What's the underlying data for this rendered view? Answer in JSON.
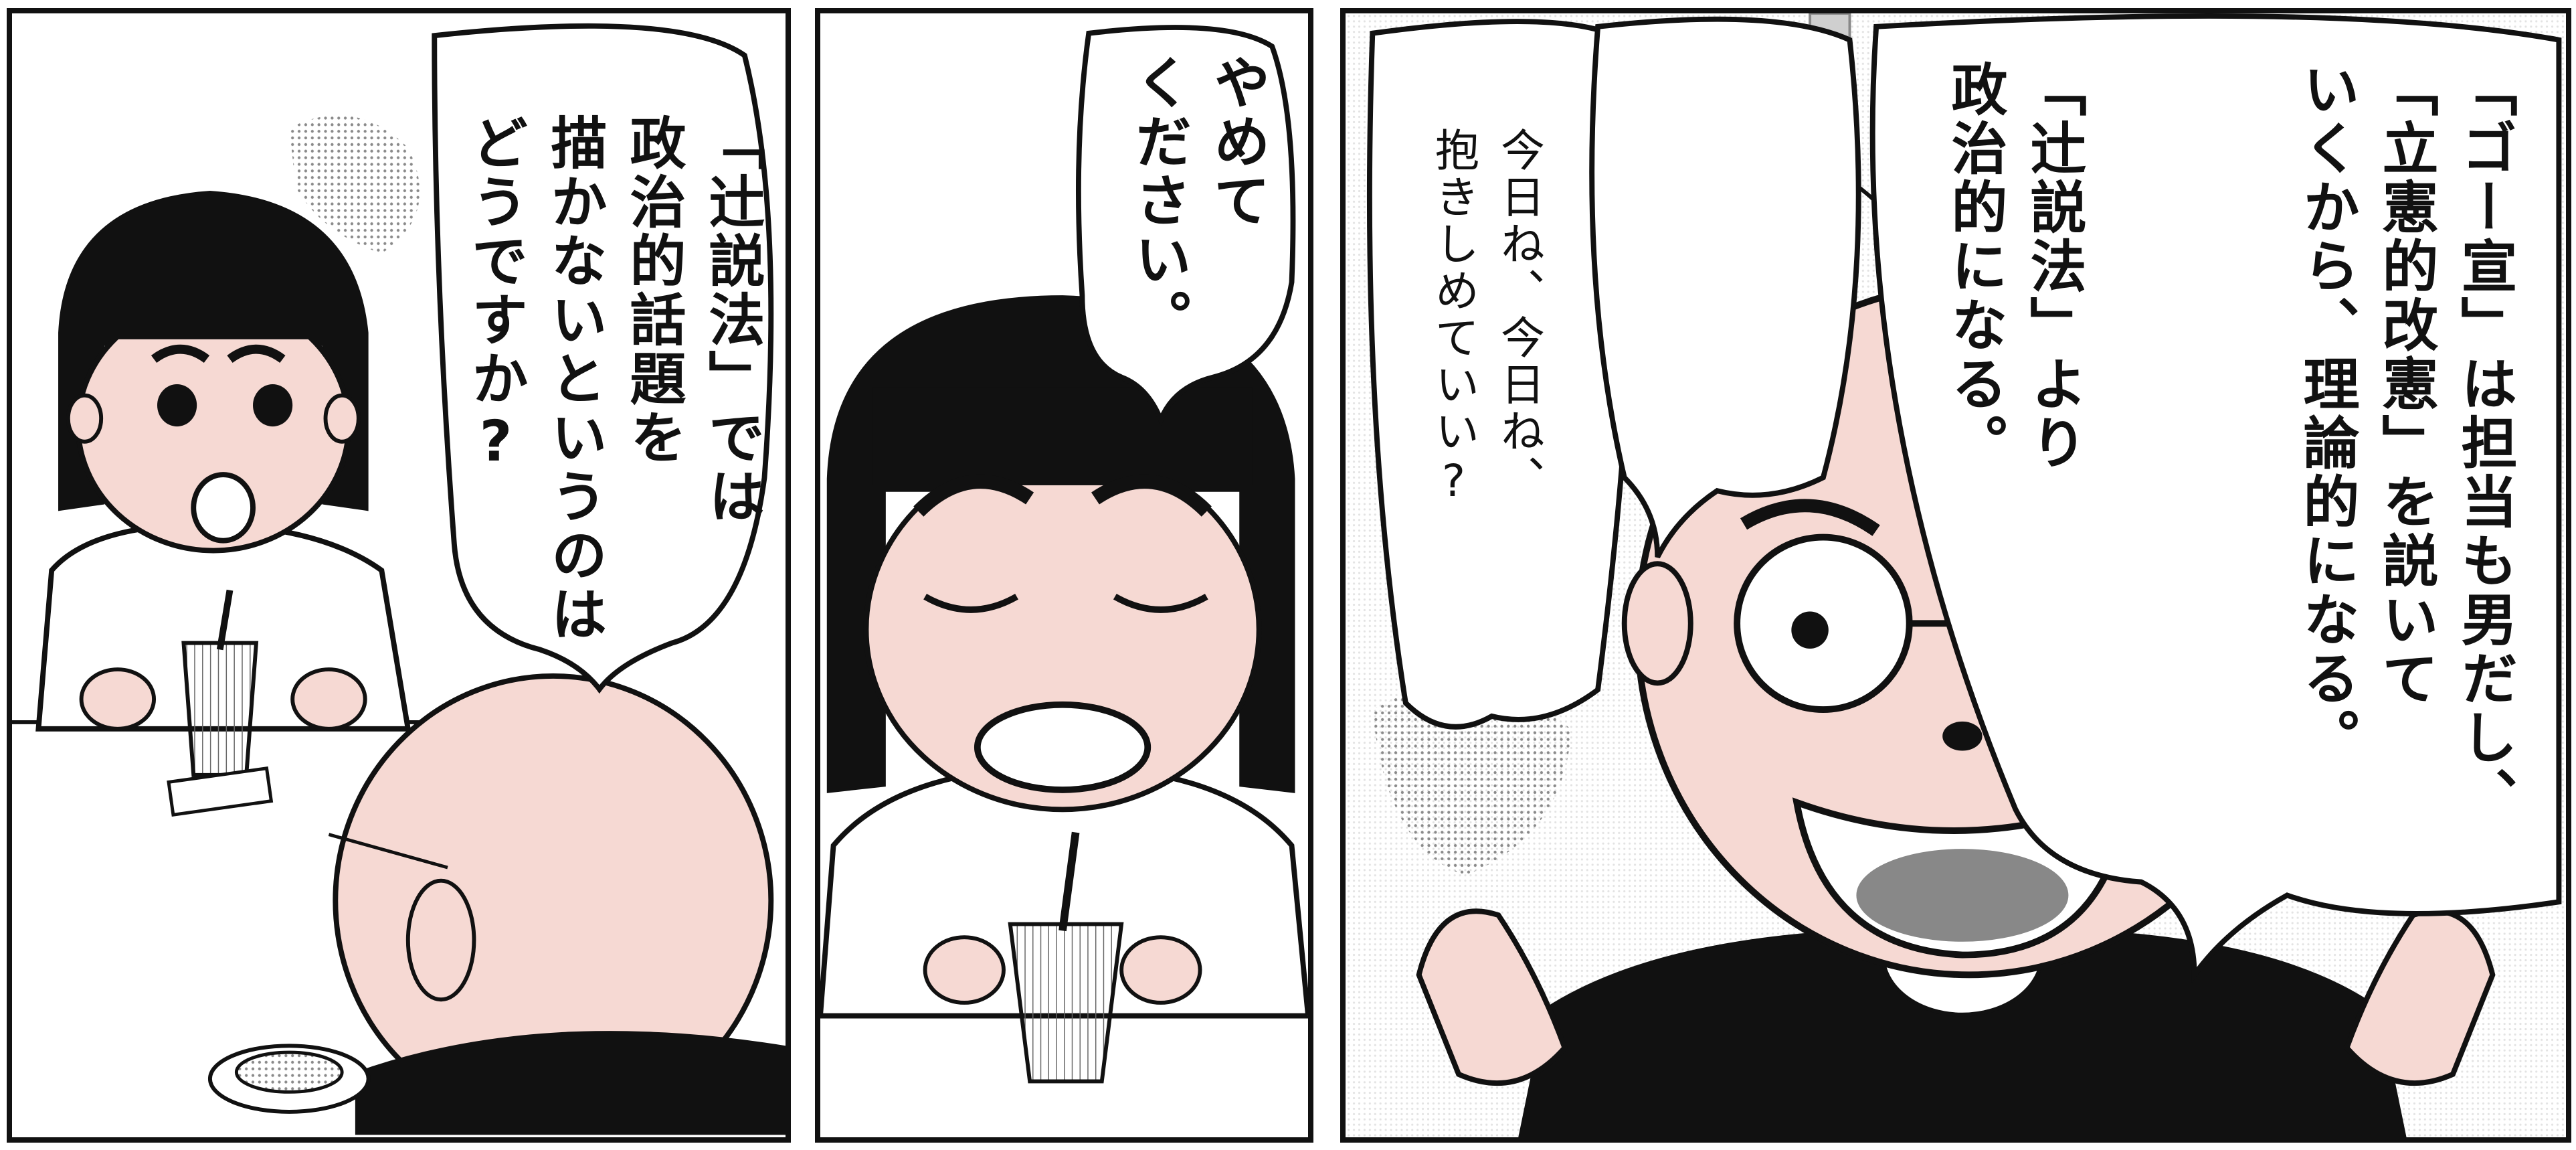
{
  "panels": [
    {
      "id": "panel-1",
      "speech": [
        "「辻説法」では",
        "政治的話題を",
        "描かないというのは",
        "どうですか?"
      ]
    },
    {
      "id": "panel-2",
      "speech": [
        "やめて",
        "ください。"
      ]
    },
    {
      "id": "panel-3",
      "speech_right": [
        "「ゴー宣」は担当も男だし、",
        "「立憲的改憲」を説いて",
        "いくから、理論的になる。"
      ],
      "speech_middle": [
        "「辻説法」より",
        "政治的になる。"
      ],
      "thought_left": [
        "今日ね、今日ね、",
        "抱きしめていい?"
      ]
    }
  ],
  "colors": {
    "ink": "#111111",
    "skin": "#f6d9d3",
    "paper": "#ffffff",
    "tone": "#9a9a9a"
  }
}
